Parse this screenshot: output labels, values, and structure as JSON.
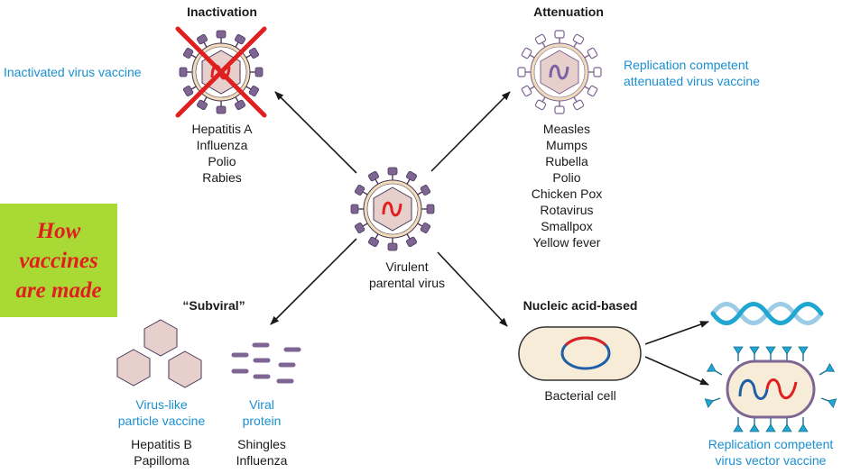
{
  "colors": {
    "virus_capsid": "#e7d0cc",
    "virus_ring": "#f0dcb8",
    "spike_purple": "#7e6594",
    "rna_red": "#e02020",
    "rna_purple": "#7b62a5",
    "spike_teal": "#1fa6d1",
    "dna_blue": "#1f5fa8",
    "accent_blue": "#1a8fd0",
    "panel_green": "#a9d934",
    "panel_text_red": "#e02020"
  },
  "sections": {
    "inactivation": {
      "title": "Inactivation",
      "label": "Inactivated virus vaccine",
      "examples": [
        "Hepatitis A",
        "Influenza",
        "Polio",
        "Rabies"
      ]
    },
    "attenuation": {
      "title": "Attenuation",
      "label_lines": [
        "Replication competent",
        "attenuated virus vaccine"
      ],
      "examples": [
        "Measles",
        "Mumps",
        "Rubella",
        "Polio",
        "Chicken Pox",
        "Rotavirus",
        "Smallpox",
        "Yellow fever"
      ]
    },
    "parental": {
      "label_lines": [
        "Virulent",
        "parental virus"
      ]
    },
    "subviral": {
      "title": "“Subviral”",
      "vlp_label_lines": [
        "Virus-like",
        "particle vaccine"
      ],
      "vlp_examples": [
        "Hepatitis B",
        "Papilloma"
      ],
      "protein_label_lines": [
        "Viral",
        "protein"
      ],
      "protein_examples": [
        "Shingles",
        "Influenza"
      ]
    },
    "nucleic": {
      "title": "Nucleic acid-based",
      "cell_label": "Bacterial cell",
      "vector_label_lines": [
        "Replication competent",
        "virus vector vaccine"
      ]
    }
  },
  "side_panel": {
    "lines": [
      "How",
      "vaccines",
      "are made"
    ]
  }
}
